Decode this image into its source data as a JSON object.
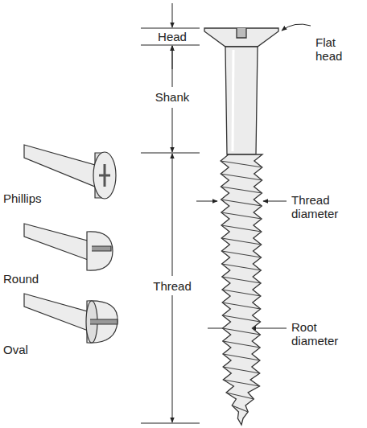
{
  "diagram": {
    "labels": [
      "Head",
      "Flat head",
      "Shank",
      "Phillips",
      "Thread diameter",
      "Thread",
      "Round",
      "Root diameter",
      "Oval"
    ]
  }
}
